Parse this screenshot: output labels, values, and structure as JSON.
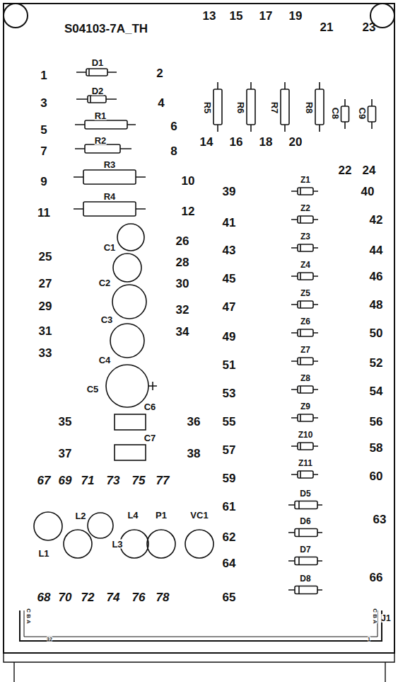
{
  "diagram": {
    "title": "S04103-7A_TH",
    "labels": [
      "1",
      "2",
      "3",
      "4",
      "5",
      "6",
      "7",
      "8",
      "9",
      "10",
      "11",
      "12",
      "13",
      "14",
      "15",
      "16",
      "17",
      "18",
      "19",
      "20",
      "21",
      "22",
      "23",
      "24",
      "25",
      "26",
      "27",
      "28",
      "29",
      "30",
      "31",
      "32",
      "33",
      "34",
      "35",
      "36",
      "37",
      "38",
      "39",
      "40",
      "41",
      "42",
      "43",
      "44",
      "45",
      "46",
      "47",
      "48",
      "49",
      "50",
      "51",
      "52",
      "53",
      "54",
      "55",
      "56",
      "57",
      "58",
      "59",
      "60",
      "61",
      "62",
      "63",
      "64",
      "65",
      "66",
      "67",
      "68",
      "69",
      "70",
      "71",
      "72",
      "73",
      "74",
      "75",
      "76",
      "77",
      "78",
      "D1",
      "D2",
      "R1",
      "R2",
      "R3",
      "R4",
      "C1",
      "C2",
      "C3",
      "C4",
      "C5",
      "C6",
      "C7",
      "R5",
      "R6",
      "R7",
      "R8",
      "C8",
      "C9",
      "Z1",
      "Z2",
      "Z3",
      "Z4",
      "Z5",
      "Z6",
      "Z7",
      "Z8",
      "Z9",
      "Z10",
      "Z11",
      "D5",
      "D6",
      "D7",
      "D8",
      "L1",
      "L2",
      "L3",
      "L4",
      "P1",
      "VC1",
      "J1",
      "C B A",
      "C B A",
      "32",
      "1"
    ]
  }
}
